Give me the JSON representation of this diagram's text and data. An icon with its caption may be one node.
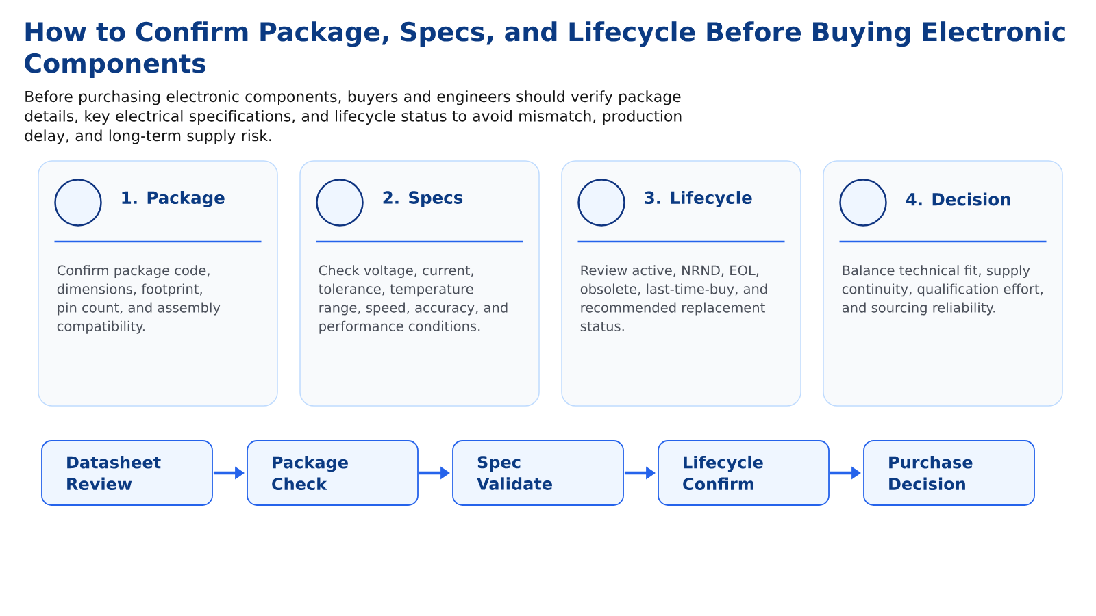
{
  "diagram": {
    "title": "How to Confirm Package, Specs, and Lifecycle Before Buying Electronic Components",
    "caption": "Before purchasing electronic components, buyers and engineers should verify package details, key electrical specifications, and lifecycle status to avoid mismatch, production delay, and long-term supply risk.",
    "nodes": [
      {
        "text": [
          "1. Package",
          "Confirm package code, dimensions, footprint, pin count, and assembly compatibility."
        ]
      },
      {
        "text": [],
        "shape": "circle",
        "in": 0
      },
      {
        "text": [
          "2. Specs",
          "Check voltage, current, tolerance, temperature range, speed, accuracy, and performance conditions."
        ]
      },
      {
        "text": [],
        "shape": "circle",
        "in": 2
      },
      {
        "text": [
          "3. Lifecycle",
          "Review active, NRND, EOL, obsolete, last-time-buy, and recommended replacement status."
        ]
      },
      {
        "text": [],
        "shape": "circle",
        "in": 4
      },
      {
        "text": [
          "4. Decision",
          "Balance technical fit, supply continuity, qualification effort, and sourcing reliability."
        ]
      },
      {
        "text": [],
        "shape": "circle",
        "in": 6
      },
      {
        "text": [
          "Datasheet Review"
        ]
      },
      {
        "text": [
          "Package Check"
        ]
      },
      {
        "text": [
          "Spec Validate"
        ]
      },
      {
        "text": [
          "Lifecycle Confirm"
        ]
      },
      {
        "text": [
          "Purchase Decision"
        ]
      }
    ],
    "edges": [
      {
        "from": 8,
        "to": 9,
        "arrow": "to"
      },
      {
        "from": 9,
        "to": 10,
        "arrow": "to"
      },
      {
        "from": 10,
        "to": 11,
        "arrow": "to"
      },
      {
        "from": 11,
        "to": 12,
        "arrow": "to"
      }
    ]
  }
}
